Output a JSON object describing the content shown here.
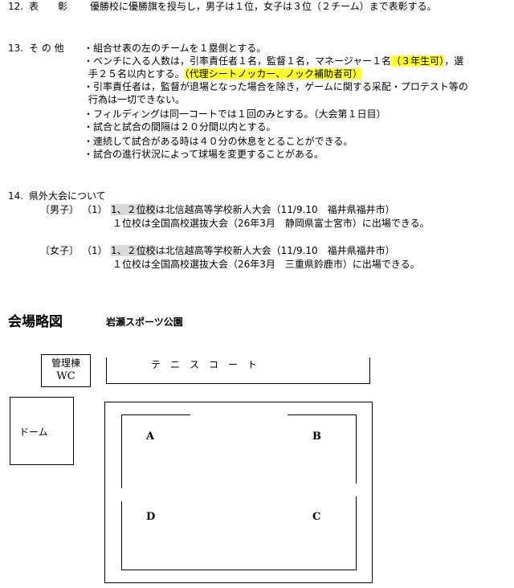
{
  "section12": {
    "number": "12.",
    "title": "表　　彰",
    "text": "優勝校に優勝旗を授与し，男子は１位，女子は３位（２チーム）まで表彰する。"
  },
  "section13": {
    "number": "13.",
    "title": "そ の 他",
    "lines": [
      "・組合せ表の左のチームを１塁側とする。",
      "・ベンチに入る人数は，引率責任者１名，監督１名，マネージャー１名",
      "（３年生可）",
      "，選",
      "手２５名以内とする。",
      "（代理シートノッカー、ノック補助者可）",
      "・引率責任者は，監督が退場となった場合を除き，ゲームに関する采配・プロテスト等の",
      "行為は一切できない。",
      "・フィルディングは同一コートでは１回のみとする。（大会第１日目）",
      "・試合と試合の間隔は２０分間以内とする。",
      "・連続して試合がある時は４０分の休息をとることができる。",
      "・試合の進行状況によって球場を変更することがある。"
    ]
  },
  "section14": {
    "number": "14.",
    "title": "県外大会について",
    "boys_label": "〔男子〕",
    "boys_num": "（1）",
    "boys_line1_grey": "1、２位校",
    "boys_line1_rest": "は北信越高等学校新人大会（11/9.10　福井県福井市）",
    "boys_line2": "１位校は全国高校選抜大会（26年3月　静岡県富士宮市）に出場できる。",
    "girls_label": "〔女子〕",
    "girls_num": "（1）",
    "girls_line1_grey": "1、２位校",
    "girls_line1_rest": "は北信越高等学校新人大会（11/9.10　福井県福井市）",
    "girls_line2": "１位校は全国高校選抜大会（26年3月　三重県鈴鹿市）に出場できる。"
  },
  "map": {
    "heading": "会場略図",
    "park_name": "岩瀬スポーツ公園",
    "admin_line1": "管理棟",
    "admin_line2": "WC",
    "tennis": "テ　ニ　ス　コ　ー　ト",
    "dome": "ドーム",
    "field_a": "A",
    "field_b": "B",
    "field_c": "C",
    "field_d": "D"
  }
}
